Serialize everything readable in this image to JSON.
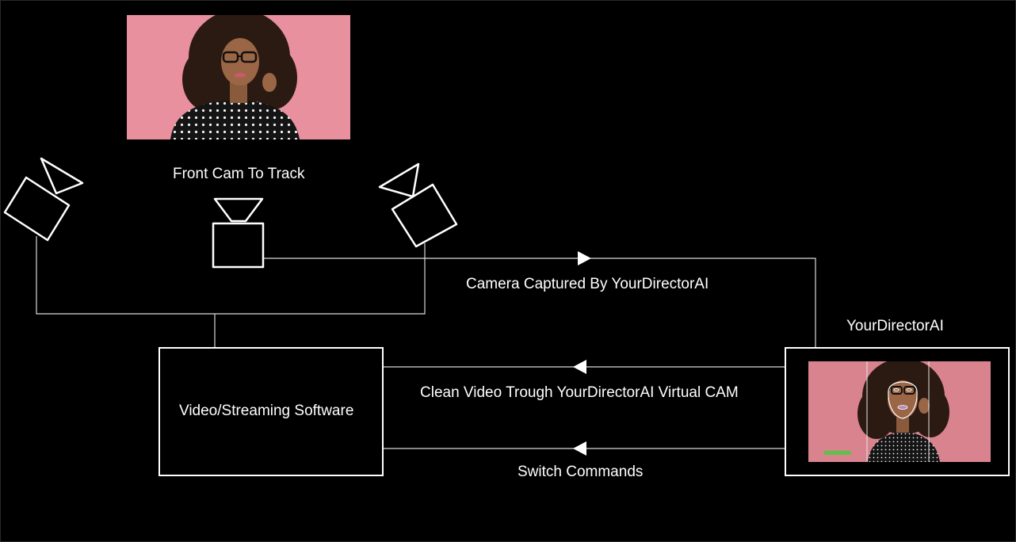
{
  "diagram": {
    "front_cam_label": "Front Cam To Track",
    "captured_label": "Camera Captured By YourDirectorAI",
    "app_label": "YourDirectorAI",
    "clean_video_label": "Clean Video Trough YourDirectorAI Virtual CAM",
    "switch_label": "Switch Commands",
    "software_label": "Video/Streaming Software"
  },
  "colors": {
    "background": "#000000",
    "line": "#d9d9d9",
    "photo_bg": "#e8909e",
    "progress_green": "#5cc24a"
  },
  "icons": [
    "camera-left-icon",
    "camera-center-icon",
    "camera-right-icon",
    "arrow-right-icon",
    "arrow-left-icon"
  ]
}
